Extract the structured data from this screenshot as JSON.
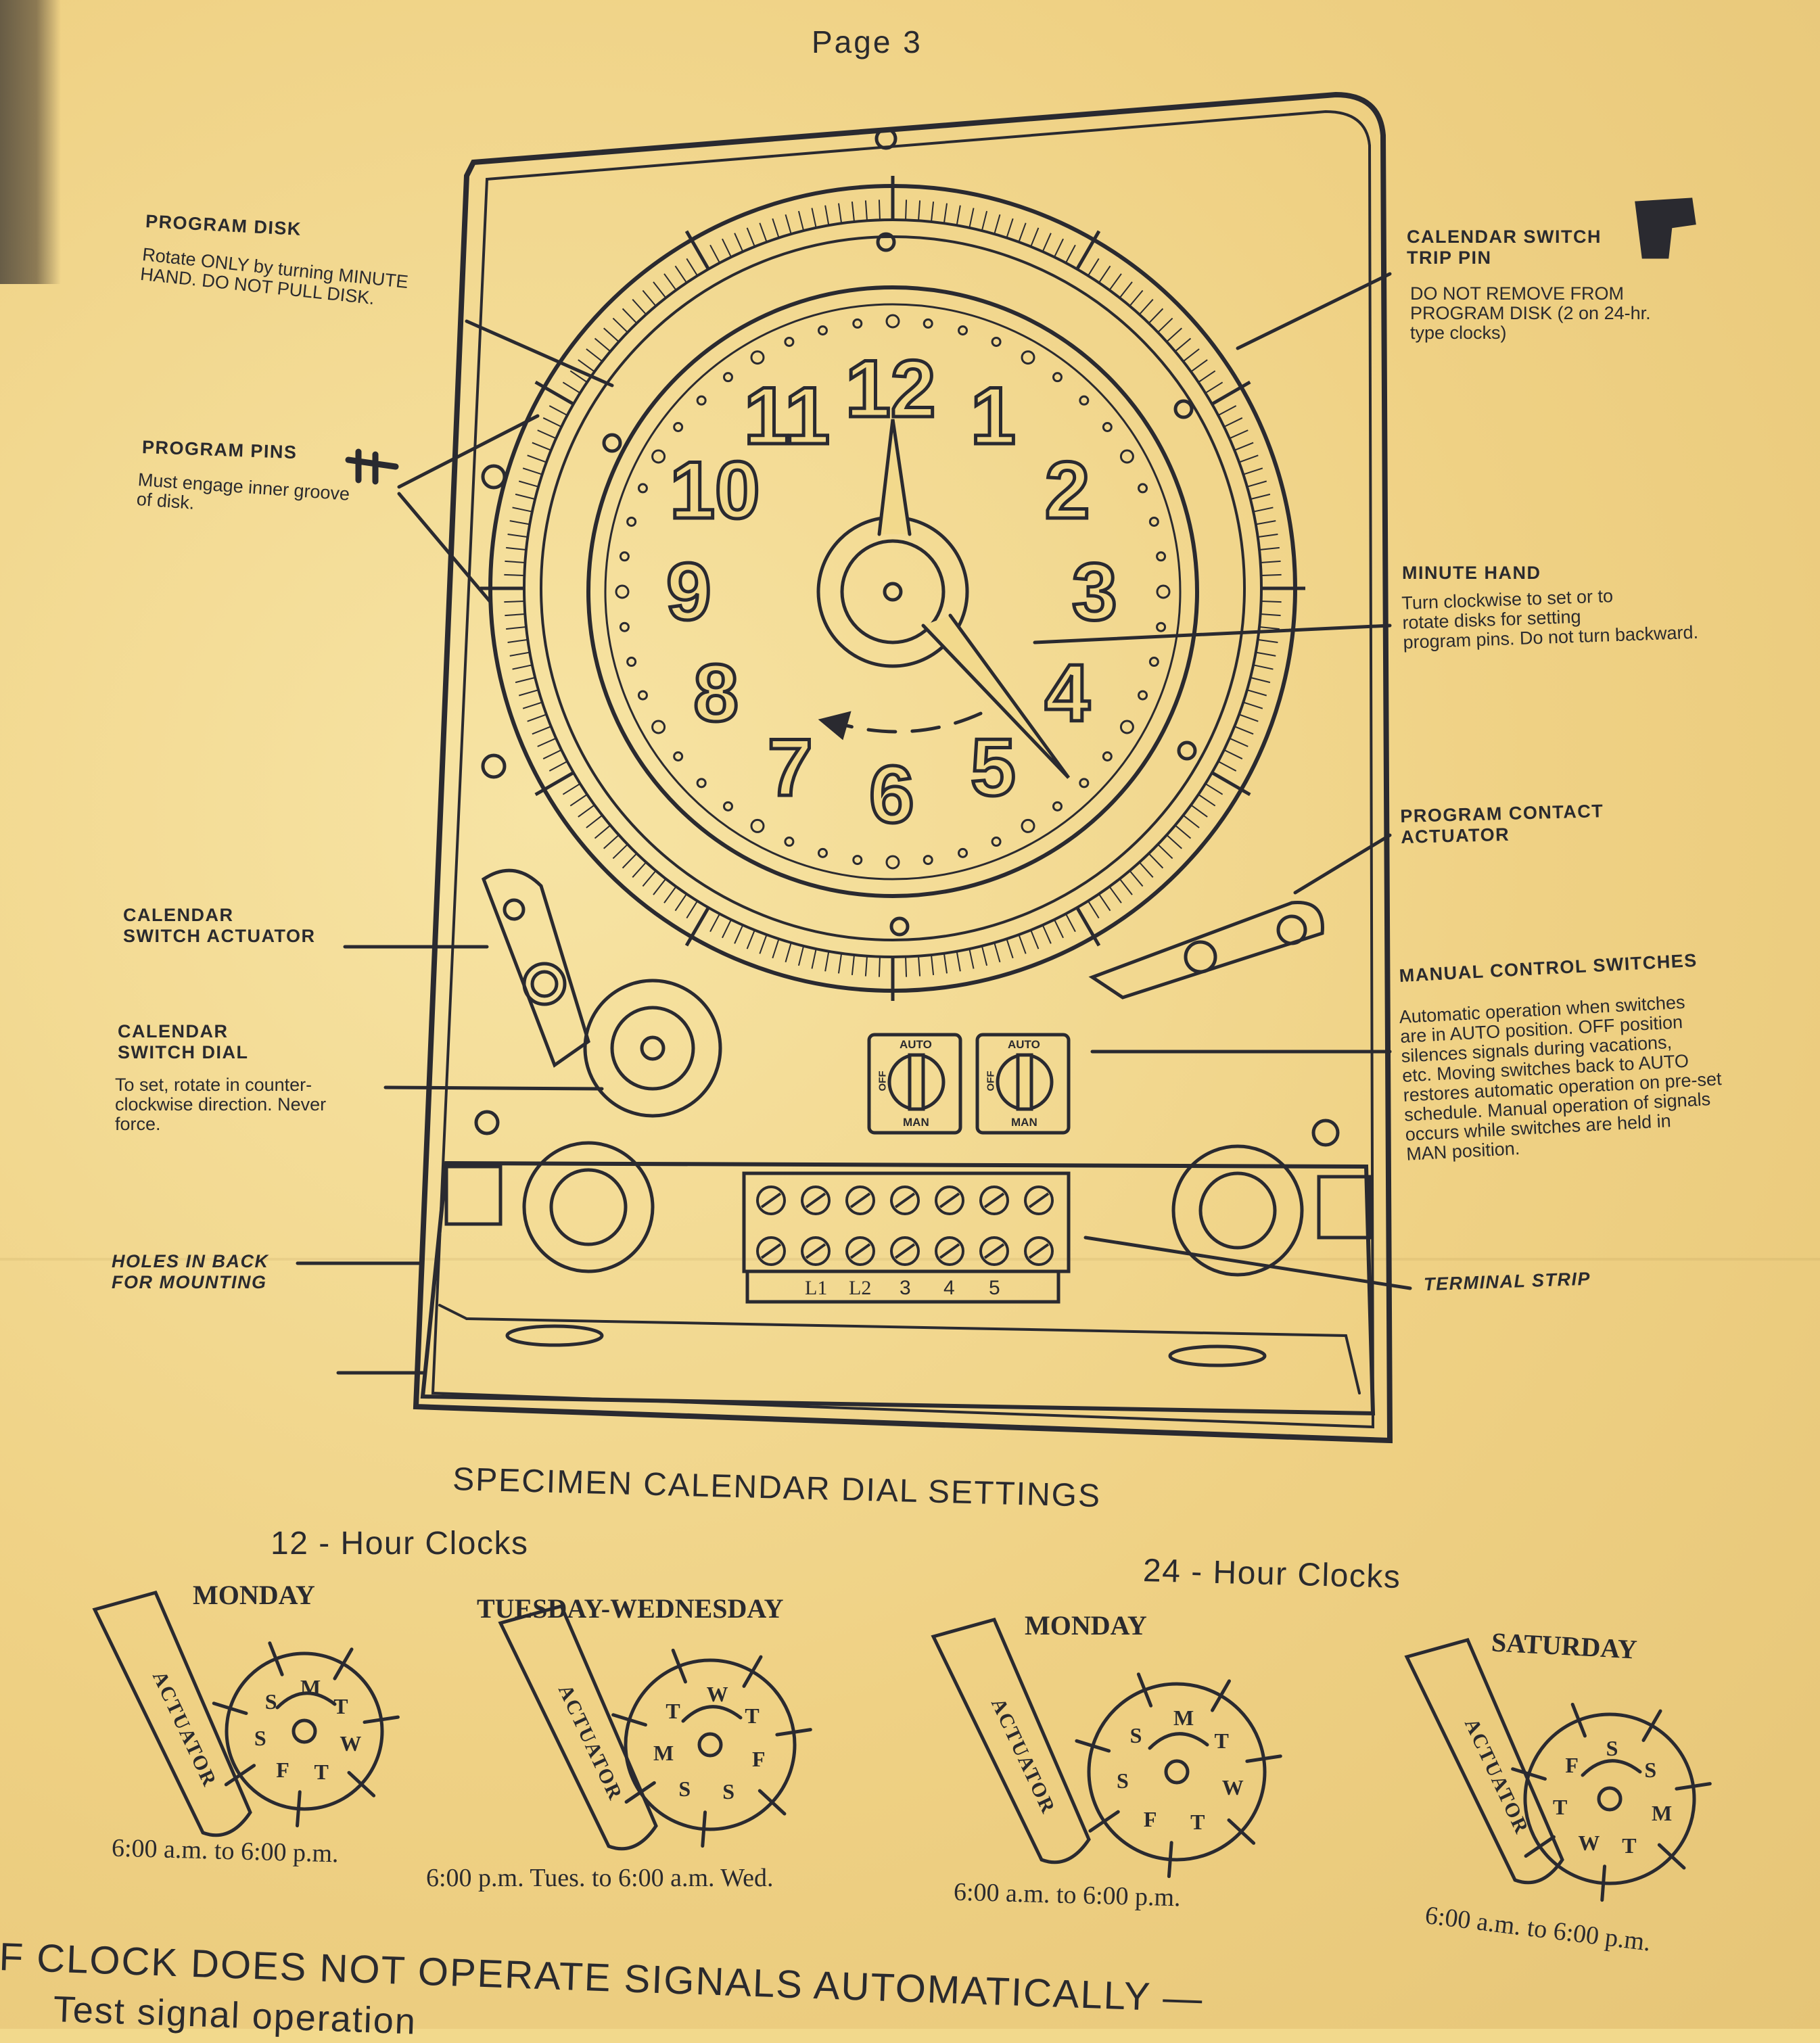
{
  "page": {
    "number": "Page 3"
  },
  "labels": {
    "program_disk": {
      "title": "PROGRAM DISK",
      "desc": [
        "Rotate ONLY by turning MINUTE",
        "HAND. DO NOT PULL DISK."
      ]
    },
    "program_pins": {
      "title": "PROGRAM PINS",
      "desc": [
        "Must engage inner groove",
        "of disk."
      ]
    },
    "calendar_switch_actuator": {
      "title": [
        "CALENDAR",
        "SWITCH ACTUATOR"
      ]
    },
    "calendar_switch_dial": {
      "title": [
        "CALENDAR",
        "SWITCH DIAL"
      ],
      "desc": [
        "To set, rotate in counter-",
        "clockwise direction. Never",
        "force."
      ]
    },
    "holes_in_back": {
      "title": [
        "HOLES IN BACK",
        "FOR MOUNTING"
      ]
    },
    "calendar_switch_trip_pin": {
      "title": [
        "CALENDAR SWITCH",
        "TRIP PIN"
      ],
      "desc": [
        "DO NOT REMOVE FROM",
        "PROGRAM DISK (2 on 24-hr.",
        "type clocks)"
      ]
    },
    "minute_hand": {
      "title": "MINUTE HAND",
      "desc": [
        "Turn clockwise to set or to",
        "rotate disks for setting",
        "program pins. Do not turn backward."
      ]
    },
    "program_contact_actuator": {
      "title": [
        "PROGRAM CONTACT",
        "ACTUATOR"
      ]
    },
    "manual_control_switches": {
      "title": "MANUAL CONTROL SWITCHES",
      "desc": [
        "Automatic operation when switches",
        "are in AUTO position. OFF position",
        "silences signals during vacations,",
        "etc. Moving switches back to AUTO",
        "restores automatic operation on pre-set",
        "schedule. Manual operation of signals",
        "occurs while switches are held in",
        "MAN position."
      ]
    },
    "terminal_strip": {
      "title": "TERMINAL STRIP"
    }
  },
  "clock": {
    "numerals": [
      "12",
      "1",
      "2",
      "3",
      "4",
      "5",
      "6",
      "7",
      "8",
      "9",
      "10",
      "11"
    ],
    "switch_labels": {
      "auto": "AUTO",
      "off": "OFF",
      "man": "MAN"
    },
    "terminals": [
      "L1",
      "L2",
      "3",
      "4",
      "5"
    ]
  },
  "specimen": {
    "heading": "SPECIMEN CALENDAR DIAL SETTINGS",
    "group_12": "12 - Hour Clocks",
    "group_24": "24 - Hour Clocks",
    "actuator_label": "ACTUATOR",
    "settings": [
      {
        "day": "MONDAY",
        "caption": "6:00 a.m. to 6:00 p.m.",
        "letters": [
          "T",
          "W",
          "T",
          "F",
          "S",
          "S",
          "M"
        ]
      },
      {
        "day": "TUESDAY-WEDNESDAY",
        "caption": "6:00 p.m. Tues. to 6:00 a.m. Wed.",
        "letters": [
          "T",
          "F",
          "S",
          "S",
          "M",
          "T",
          "W"
        ]
      },
      {
        "day": "MONDAY",
        "caption": "6:00 a.m. to 6:00 p.m.",
        "letters": [
          "T",
          "W",
          "T",
          "F",
          "S",
          "S",
          "M"
        ]
      },
      {
        "day": "SATURDAY",
        "caption": "6:00 a.m. to 6:00 p.m.",
        "letters": [
          "S",
          "M",
          "T",
          "W",
          "T",
          "F",
          "S"
        ]
      }
    ]
  },
  "footer": {
    "heading": "F CLOCK DOES NOT OPERATE SIGNALS AUTOMATICALLY —",
    "line": "Test signal operation"
  }
}
